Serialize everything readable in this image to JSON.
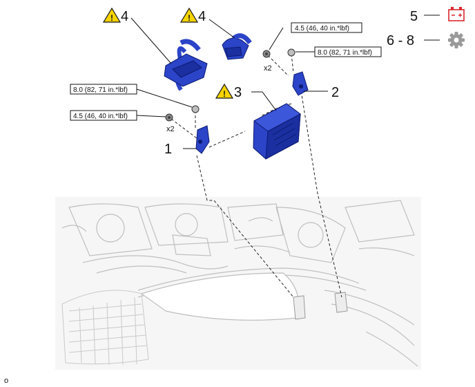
{
  "callouts": {
    "c1": "1",
    "c2": "2",
    "c3": "3",
    "c4a": "4",
    "c4b": "4",
    "c5": "5",
    "c68": "6 - 8"
  },
  "torque": {
    "t1": "4.5 (46, 40 in.*lbf)",
    "t2": "8.0 (82, 71 in.*lbf)",
    "t3": "8.0 (82, 71 in.*lbf)",
    "t4": "4.5 (46, 40 in.*lbf)"
  },
  "qty": {
    "q1": "x2",
    "q2": "x2"
  },
  "icons": {
    "warning": "warning-triangle-icon",
    "battery": "battery-icon",
    "gear": "gear-icon"
  },
  "colors": {
    "part_blue": "#2b44c8",
    "warning_yellow": "#f5d400",
    "battery_red": "#d9262c",
    "gear_gray": "#9a9a9a"
  },
  "footer": {
    "code": "o"
  }
}
